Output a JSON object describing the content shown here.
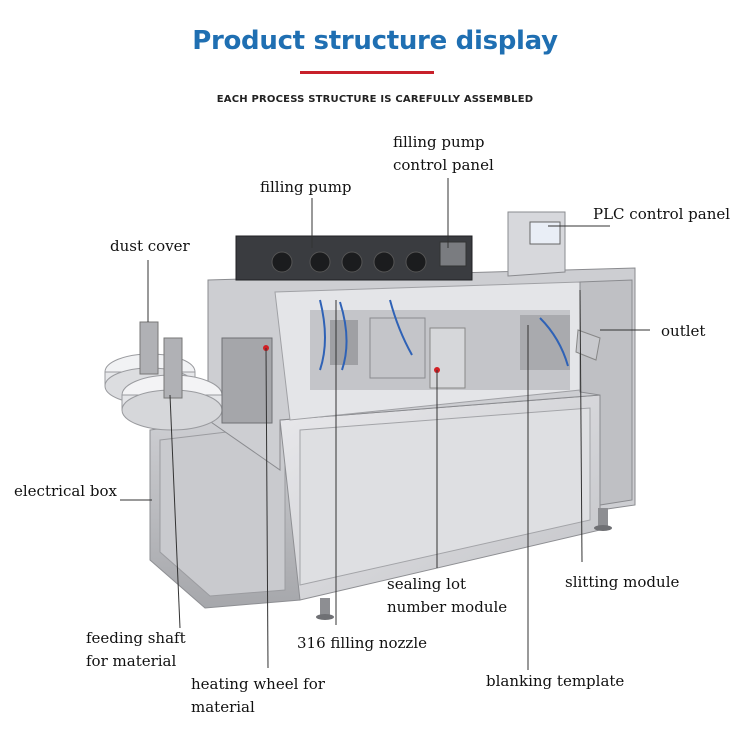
{
  "header": {
    "title": "Product structure display",
    "subtitle": "EACH PROCESS STRUCTURE IS CAREFULLY ASSEMBLED"
  },
  "colors": {
    "title": "#1f6fb2",
    "accent_rule": "#c8202a",
    "machine_steel": "#d9d9dc",
    "machine_shadow": "#a9aaae"
  },
  "labels": {
    "dust_cover": "dust cover",
    "filling_pump": "filling pump",
    "filling_pump_control_panel_line1": "filling pump",
    "filling_pump_control_panel_line2": "control panel",
    "plc_control_panel": "PLC control panel",
    "outlet": "outlet",
    "electrical_box": "electrical box",
    "feeding_shaft_line1": "feeding shaft",
    "feeding_shaft_line2": "for material",
    "heating_wheel_line1": "heating wheel for",
    "heating_wheel_line2": "material",
    "filling_nozzle": "316 filling nozzle",
    "sealing_lot_line1": "sealing lot",
    "sealing_lot_line2": "number module",
    "slitting_module": "slitting module",
    "blanking_template": "blanking template"
  }
}
